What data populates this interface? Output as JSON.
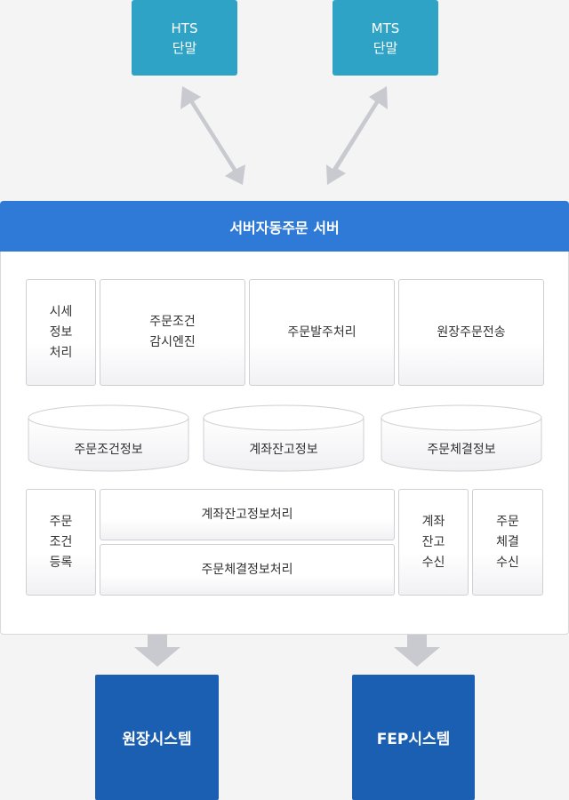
{
  "terminals": {
    "hts": [
      "HTS",
      "단말"
    ],
    "mts": [
      "MTS",
      "단말"
    ]
  },
  "server": {
    "title": "서버자동주문 서버",
    "modules_top": {
      "quote": [
        "시세",
        "정보",
        "처리"
      ],
      "engine": [
        "주문조건",
        "감시엔진"
      ],
      "dispatch": "주문발주처리",
      "remote": "원장주문전송"
    },
    "databases": [
      "주문조건정보",
      "계좌잔고정보",
      "주문체결정보"
    ],
    "modules_bottom": {
      "register": [
        "주문",
        "조건",
        "등록"
      ],
      "balance_proc": "계좌잔고정보처리",
      "exec_proc": "주문체결정보처리",
      "balance_recv": [
        "계좌",
        "잔고",
        "수신"
      ],
      "exec_recv": [
        "주문",
        "체결",
        "수신"
      ]
    }
  },
  "systems": {
    "ledger": "원장시스템",
    "fep": "FEP시스템"
  },
  "colors": {
    "terminal": "#2ea3c5",
    "server_header": "#2e7ad6",
    "system": "#1b5fb2",
    "arrow": "#c8cacf"
  }
}
